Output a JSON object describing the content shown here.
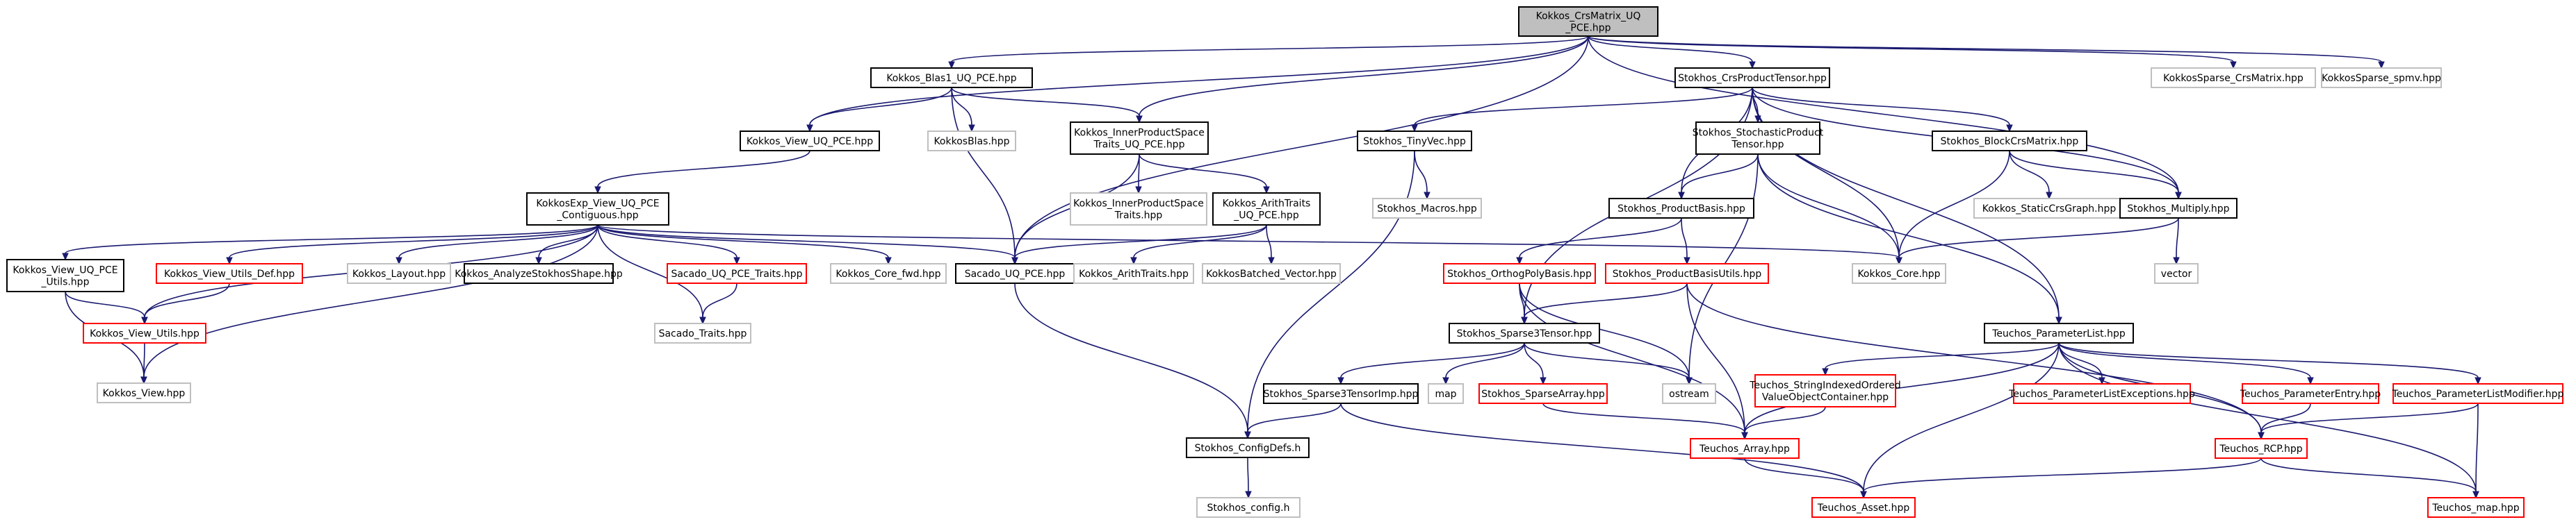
{
  "nodes": [
    {
      "id": "root",
      "style": "root",
      "lines": [
        "Kokkos_CrsMatrix_UQ",
        "_PCE.hpp"
      ]
    },
    {
      "id": "blas1",
      "style": "black",
      "lines": [
        "Kokkos_Blas1_UQ_PCE.hpp"
      ]
    },
    {
      "id": "crsprod",
      "style": "black",
      "lines": [
        "Stokhos_CrsProductTensor.hpp"
      ]
    },
    {
      "id": "ks_crsmatrix",
      "style": "grey",
      "lines": [
        "KokkosSparse_CrsMatrix.hpp"
      ]
    },
    {
      "id": "ks_spmv",
      "style": "grey",
      "lines": [
        "KokkosSparse_spmv.hpp"
      ]
    },
    {
      "id": "view_uqpce",
      "style": "black",
      "lines": [
        "Kokkos_View_UQ_PCE.hpp"
      ]
    },
    {
      "id": "kokkosblas",
      "style": "grey",
      "lines": [
        "KokkosBlas.hpp"
      ]
    },
    {
      "id": "ips_traits_uq",
      "style": "black",
      "lines": [
        "Kokkos_InnerProductSpace",
        "Traits_UQ_PCE.hpp"
      ]
    },
    {
      "id": "tinyvec",
      "style": "black",
      "lines": [
        "Stokhos_TinyVec.hpp"
      ]
    },
    {
      "id": "stoch_prod",
      "style": "black",
      "lines": [
        "Stokhos_StochasticProduct",
        "Tensor.hpp"
      ]
    },
    {
      "id": "blockcrs",
      "style": "black",
      "lines": [
        "Stokhos_BlockCrsMatrix.hpp"
      ]
    },
    {
      "id": "exp_view",
      "style": "black",
      "lines": [
        "KokkosExp_View_UQ_PCE",
        "_Contiguous.hpp"
      ]
    },
    {
      "id": "ips_traits",
      "style": "grey",
      "lines": [
        "Kokkos_InnerProductSpace",
        "Traits.hpp"
      ]
    },
    {
      "id": "arith_uq",
      "style": "black",
      "lines": [
        "Kokkos_ArithTraits",
        "_UQ_PCE.hpp"
      ]
    },
    {
      "id": "macros",
      "style": "grey",
      "lines": [
        "Stokhos_Macros.hpp"
      ]
    },
    {
      "id": "prodbasis",
      "style": "black",
      "lines": [
        "Stokhos_ProductBasis.hpp"
      ]
    },
    {
      "id": "staticcrs",
      "style": "grey",
      "lines": [
        "Kokkos_StaticCrsGraph.hpp"
      ]
    },
    {
      "id": "multiply",
      "style": "black",
      "lines": [
        "Stokhos_Multiply.hpp"
      ]
    },
    {
      "id": "view_utils_h",
      "style": "black",
      "lines": [
        "Kokkos_View_UQ_PCE",
        "_Utils.hpp"
      ]
    },
    {
      "id": "view_utils_def",
      "style": "red",
      "lines": [
        "Kokkos_View_Utils_Def.hpp"
      ]
    },
    {
      "id": "layout",
      "style": "grey",
      "lines": [
        "Kokkos_Layout.hpp"
      ]
    },
    {
      "id": "analyze",
      "style": "black",
      "lines": [
        "Kokkos_AnalyzeStokhosShape.hpp"
      ]
    },
    {
      "id": "sacado_traits_uq",
      "style": "red",
      "lines": [
        "Sacado_UQ_PCE_Traits.hpp"
      ]
    },
    {
      "id": "core_fwd",
      "style": "grey",
      "lines": [
        "Kokkos_Core_fwd.hpp"
      ]
    },
    {
      "id": "sacado_uq",
      "style": "black",
      "lines": [
        "Sacado_UQ_PCE.hpp"
      ]
    },
    {
      "id": "arithtraits",
      "style": "grey",
      "lines": [
        "Kokkos_ArithTraits.hpp"
      ]
    },
    {
      "id": "batched",
      "style": "grey",
      "lines": [
        "KokkosBatched_Vector.hpp"
      ]
    },
    {
      "id": "orthopoly",
      "style": "red",
      "lines": [
        "Stokhos_OrthogPolyBasis.hpp"
      ]
    },
    {
      "id": "prodbasisutils",
      "style": "red",
      "lines": [
        "Stokhos_ProductBasisUtils.hpp"
      ]
    },
    {
      "id": "core",
      "style": "grey",
      "lines": [
        "Kokkos_Core.hpp"
      ]
    },
    {
      "id": "vector",
      "style": "grey",
      "lines": [
        "vector"
      ]
    },
    {
      "id": "view_utils",
      "style": "red",
      "lines": [
        "Kokkos_View_Utils.hpp"
      ]
    },
    {
      "id": "sacado_traits",
      "style": "grey",
      "lines": [
        "Sacado_Traits.hpp"
      ]
    },
    {
      "id": "sparse3",
      "style": "black",
      "lines": [
        "Stokhos_Sparse3Tensor.hpp"
      ]
    },
    {
      "id": "paramlist",
      "style": "black",
      "lines": [
        "Teuchos_ParameterList.hpp"
      ]
    },
    {
      "id": "view",
      "style": "grey",
      "lines": [
        "Kokkos_View.hpp"
      ]
    },
    {
      "id": "sparse3imp",
      "style": "black",
      "lines": [
        "Stokhos_Sparse3TensorImp.hpp"
      ]
    },
    {
      "id": "map",
      "style": "grey",
      "lines": [
        "map"
      ]
    },
    {
      "id": "sparsearray",
      "style": "red",
      "lines": [
        "Stokhos_SparseArray.hpp"
      ]
    },
    {
      "id": "ostream",
      "style": "grey",
      "lines": [
        "ostream"
      ]
    },
    {
      "id": "strindexed",
      "style": "red",
      "lines": [
        "Teuchos_StringIndexedOrdered",
        "ValueObjectContainer.hpp"
      ]
    },
    {
      "id": "plexcept",
      "style": "red",
      "lines": [
        "Teuchos_ParameterListExceptions.hpp"
      ]
    },
    {
      "id": "paramentry",
      "style": "red",
      "lines": [
        "Teuchos_ParameterEntry.hpp"
      ]
    },
    {
      "id": "plmodifier",
      "style": "red",
      "lines": [
        "Teuchos_ParameterListModifier.hpp"
      ]
    },
    {
      "id": "configdefs",
      "style": "black",
      "lines": [
        "Stokhos_ConfigDefs.h"
      ]
    },
    {
      "id": "tarray",
      "style": "red",
      "lines": [
        "Teuchos_Array.hpp"
      ]
    },
    {
      "id": "rcp",
      "style": "red",
      "lines": [
        "Teuchos_RCP.hpp"
      ]
    },
    {
      "id": "stconfig",
      "style": "grey",
      "lines": [
        "Stokhos_config.h"
      ]
    },
    {
      "id": "tasset",
      "style": "red",
      "lines": [
        "Teuchos_Asset.hpp"
      ]
    },
    {
      "id": "tmap",
      "style": "red",
      "lines": [
        "Teuchos_map.hpp"
      ]
    }
  ],
  "edges": [
    [
      "root",
      "blas1"
    ],
    [
      "root",
      "crsprod"
    ],
    [
      "root",
      "ks_crsmatrix"
    ],
    [
      "root",
      "ks_spmv"
    ],
    [
      "root",
      "view_uqpce"
    ],
    [
      "root",
      "ips_traits_uq"
    ],
    [
      "root",
      "sacado_uq"
    ],
    [
      "root",
      "multiply"
    ],
    [
      "blas1",
      "view_uqpce"
    ],
    [
      "blas1",
      "kokkosblas"
    ],
    [
      "blas1",
      "ips_traits_uq"
    ],
    [
      "blas1",
      "sacado_uq"
    ],
    [
      "view_uqpce",
      "exp_view"
    ],
    [
      "ips_traits_uq",
      "ips_traits"
    ],
    [
      "ips_traits_uq",
      "arith_uq"
    ],
    [
      "ips_traits_uq",
      "sacado_uq"
    ],
    [
      "arith_uq",
      "arithtraits"
    ],
    [
      "arith_uq",
      "batched"
    ],
    [
      "arith_uq",
      "sacado_uq"
    ],
    [
      "exp_view",
      "view_utils_h"
    ],
    [
      "exp_view",
      "view_utils_def"
    ],
    [
      "exp_view",
      "layout"
    ],
    [
      "exp_view",
      "analyze"
    ],
    [
      "exp_view",
      "sacado_traits_uq"
    ],
    [
      "exp_view",
      "core_fwd"
    ],
    [
      "exp_view",
      "sacado_uq"
    ],
    [
      "exp_view",
      "core"
    ],
    [
      "exp_view",
      "view_utils"
    ],
    [
      "exp_view",
      "sacado_traits"
    ],
    [
      "exp_view",
      "view"
    ],
    [
      "view_utils_h",
      "view_utils"
    ],
    [
      "view_utils_h",
      "view"
    ],
    [
      "view_utils_def",
      "view_utils"
    ],
    [
      "view_utils",
      "view"
    ],
    [
      "sacado_traits_uq",
      "sacado_traits"
    ],
    [
      "sacado_uq",
      "configdefs"
    ],
    [
      "crsprod",
      "tinyvec"
    ],
    [
      "crsprod",
      "stoch_prod"
    ],
    [
      "crsprod",
      "blockcrs"
    ],
    [
      "crsprod",
      "multiply"
    ],
    [
      "crsprod",
      "prodbasis"
    ],
    [
      "crsprod",
      "core"
    ],
    [
      "crsprod",
      "sparse3"
    ],
    [
      "crsprod",
      "paramlist"
    ],
    [
      "tinyvec",
      "macros"
    ],
    [
      "tinyvec",
      "configdefs"
    ],
    [
      "stoch_prod",
      "prodbasis"
    ],
    [
      "stoch_prod",
      "core"
    ],
    [
      "stoch_prod",
      "ostream"
    ],
    [
      "stoch_prod",
      "paramlist"
    ],
    [
      "blockcrs",
      "staticcrs"
    ],
    [
      "blockcrs",
      "multiply"
    ],
    [
      "blockcrs",
      "core"
    ],
    [
      "multiply",
      "core"
    ],
    [
      "multiply",
      "vector"
    ],
    [
      "prodbasis",
      "orthopoly"
    ],
    [
      "prodbasis",
      "prodbasisutils"
    ],
    [
      "orthopoly",
      "sparse3"
    ],
    [
      "orthopoly",
      "ostream"
    ],
    [
      "orthopoly",
      "tarray"
    ],
    [
      "prodbasisutils",
      "sparse3"
    ],
    [
      "prodbasisutils",
      "tarray"
    ],
    [
      "prodbasisutils",
      "rcp"
    ],
    [
      "sparse3",
      "sparse3imp"
    ],
    [
      "sparse3",
      "map"
    ],
    [
      "sparse3",
      "sparsearray"
    ],
    [
      "sparse3",
      "ostream"
    ],
    [
      "sparse3imp",
      "configdefs"
    ],
    [
      "sparse3imp",
      "tasset"
    ],
    [
      "sparsearray",
      "tarray"
    ],
    [
      "paramlist",
      "strindexed"
    ],
    [
      "paramlist",
      "plexcept"
    ],
    [
      "paramlist",
      "paramentry"
    ],
    [
      "paramlist",
      "plmodifier"
    ],
    [
      "paramlist",
      "tarray"
    ],
    [
      "paramlist",
      "rcp"
    ],
    [
      "paramlist",
      "tasset"
    ],
    [
      "paramlist",
      "tmap"
    ],
    [
      "strindexed",
      "tarray"
    ],
    [
      "paramentry",
      "rcp"
    ],
    [
      "plmodifier",
      "rcp"
    ],
    [
      "plmodifier",
      "tmap"
    ],
    [
      "tarray",
      "tasset"
    ],
    [
      "rcp",
      "tasset"
    ],
    [
      "rcp",
      "tmap"
    ],
    [
      "configdefs",
      "stconfig"
    ]
  ]
}
